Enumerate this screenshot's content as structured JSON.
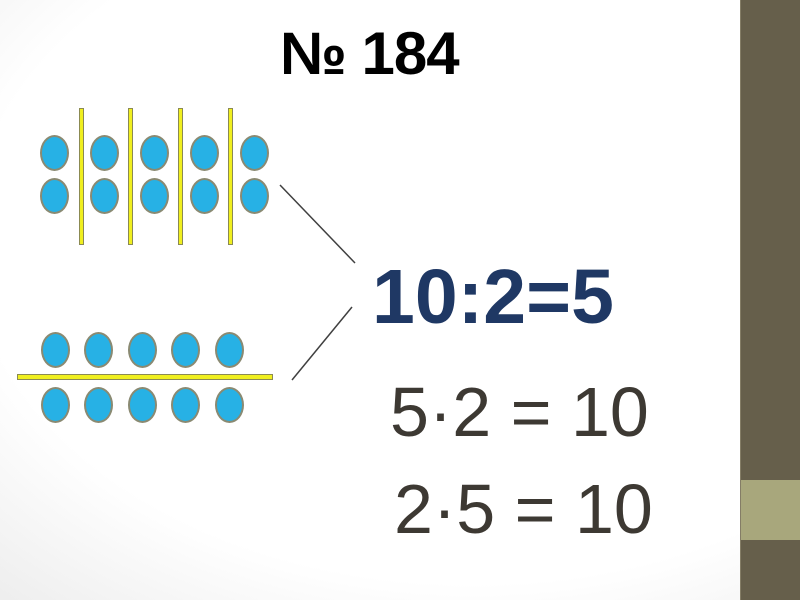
{
  "slide": {
    "title": "№ 184"
  },
  "diagram": {
    "top_group": {
      "pairs": 5,
      "discs_per_pair": 2,
      "divider_sticks": 4,
      "total_discs": 10
    },
    "bottom_group": {
      "rows": 2,
      "discs_per_row": 5,
      "divider_sticks": 1,
      "total_discs": 10
    }
  },
  "equations": {
    "division": "10:2=5",
    "multiplication": [
      "5·2 = 10",
      "2·5 = 10"
    ]
  },
  "colors": {
    "title_text": "#000000",
    "division_text": "#1f3864",
    "equation_text": "#3d3933",
    "disc_fill": "#27b1e5",
    "disc_border": "#8a8a72",
    "stick_fill": "#f0ef1f",
    "stick_border": "#8b8a52",
    "stripe_dark": "#665f4b",
    "stripe_light": "#a8a77c",
    "connector": "#404040",
    "bg_center": "#ffffff",
    "bg_edge": "#d8d8d8"
  }
}
